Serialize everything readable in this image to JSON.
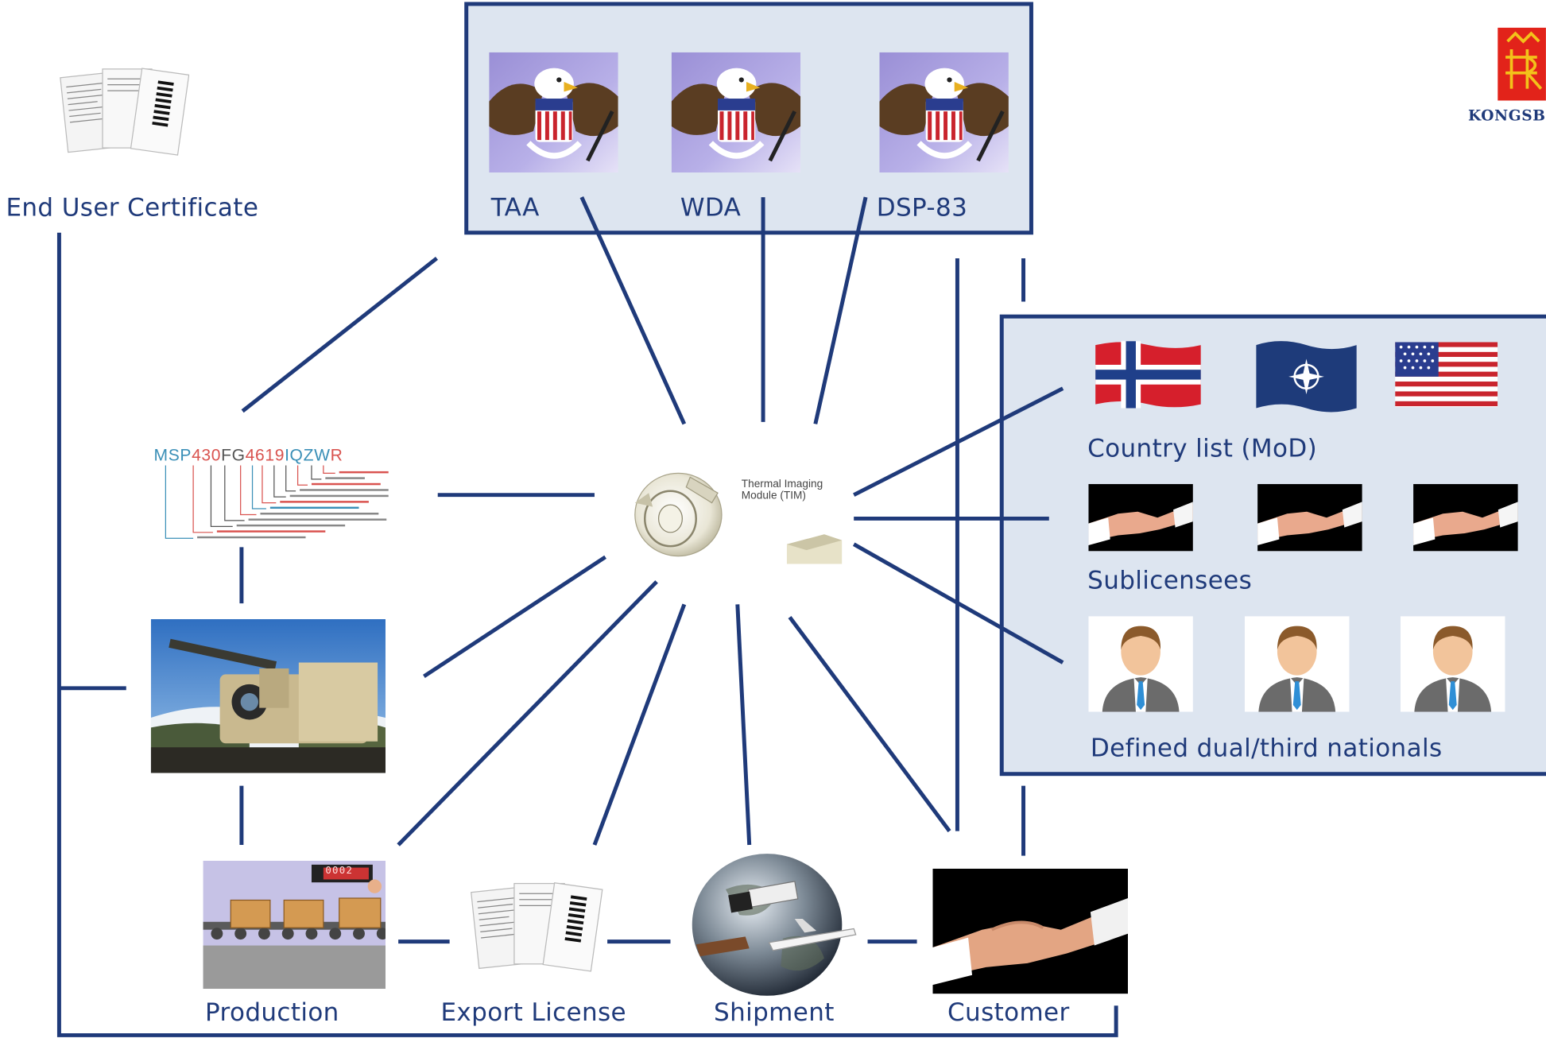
{
  "labels": {
    "end_user_certificate": "End User Certificate",
    "taa": "TAA",
    "wda": "WDA",
    "dsp83": "DSP-83",
    "country_list": "Country list (MoD)",
    "sublicensees": "Sublicensees",
    "defined_nationals": "Defined dual/third nationals",
    "production": "Production",
    "export_license": "Export License",
    "shipment": "Shipment",
    "customer": "Customer"
  },
  "logo": {
    "text": "KONGSBE"
  },
  "center_module": {
    "caption": "Thermal Imaging\nModule (TIM)"
  },
  "part_number": {
    "segments": [
      {
        "text": "MSP",
        "color": "#3a8fb7"
      },
      {
        "text": "430",
        "color": "#d9534f"
      },
      {
        "text": "F",
        "color": "#555555"
      },
      {
        "text": "G",
        "color": "#555555"
      },
      {
        "text": "4619",
        "color": "#d9534f"
      },
      {
        "text": "IQZW",
        "color": "#3a8fb7"
      },
      {
        "text": "R",
        "color": "#d9534f"
      }
    ]
  },
  "production_counter": "0002",
  "colors": {
    "line": "#1f3a7a",
    "panel_fill": "#dde5f0",
    "text": "#1f3a7a",
    "logo_red": "#e2231a"
  }
}
